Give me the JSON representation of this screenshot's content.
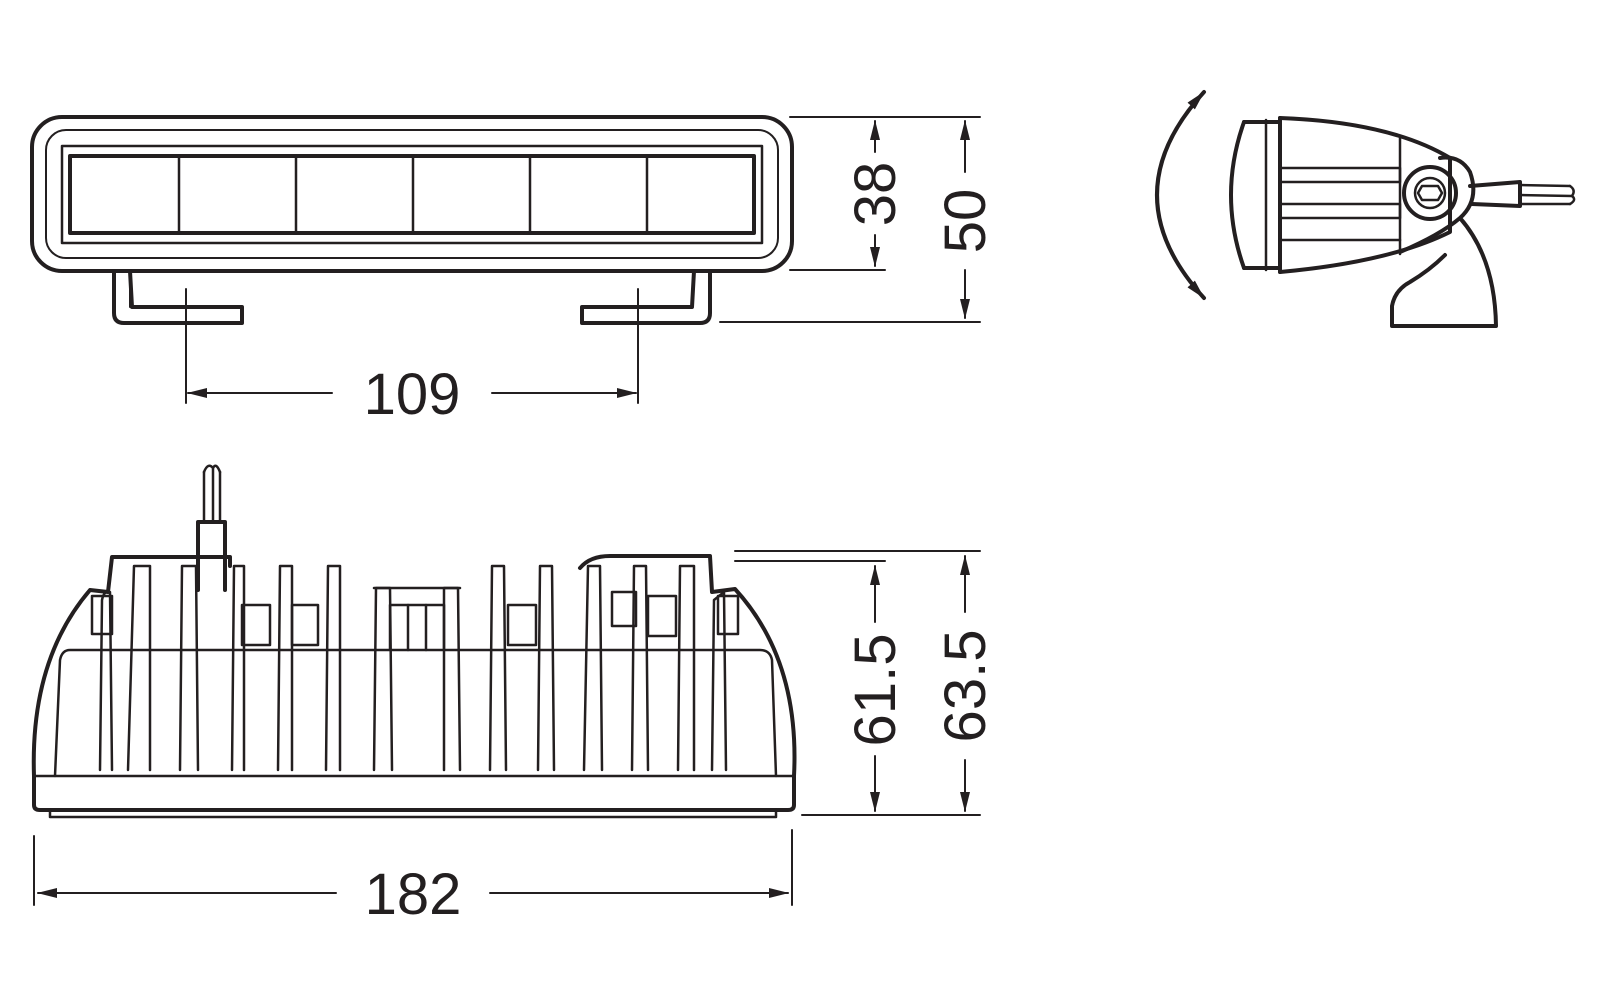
{
  "diagram": {
    "dimensions": {
      "lens_height": "38",
      "front_total_height": "50",
      "mount_spacing": "109",
      "back_inner_height": "61.5",
      "back_total_height": "63.5",
      "overall_width": "182"
    },
    "colors": {
      "ink": "#231f20",
      "background": "#ffffff"
    }
  }
}
